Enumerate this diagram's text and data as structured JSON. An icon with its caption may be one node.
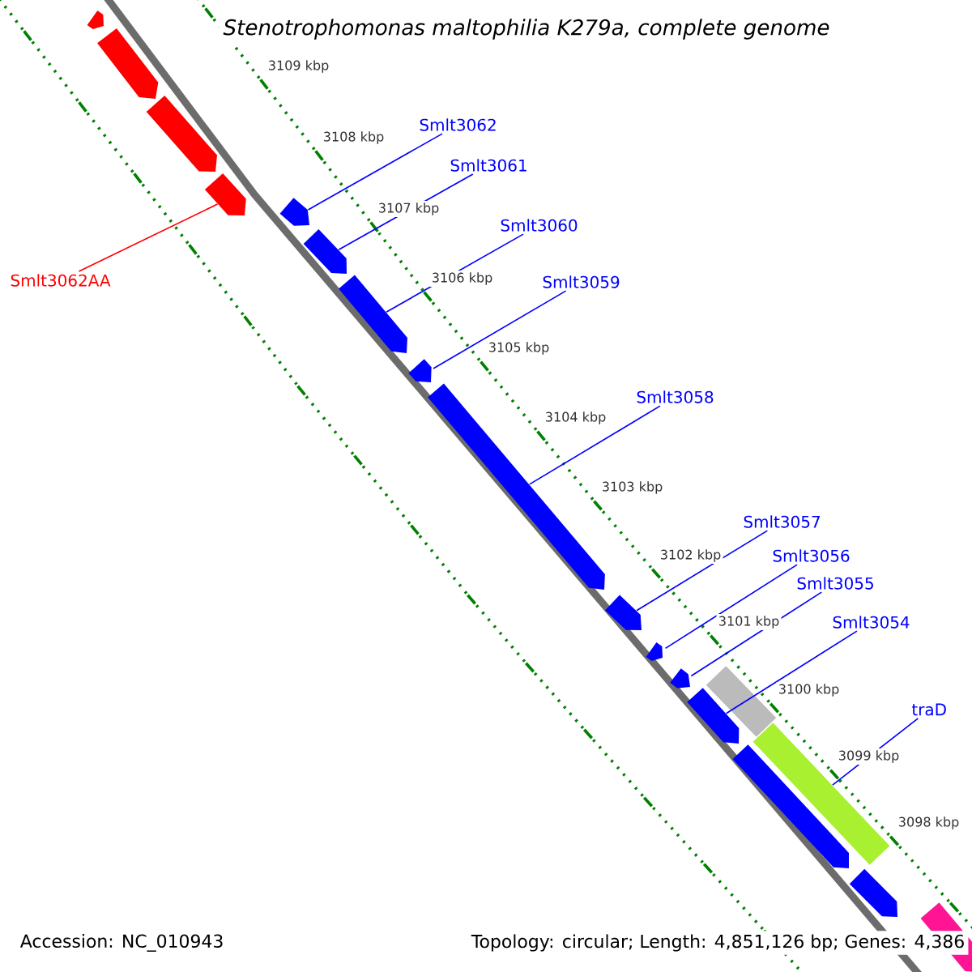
{
  "diagram": {
    "title": "Stenotrophomonas maltophilia K279a, complete genome",
    "nodes": [
      {
        "text": [],
        "shape": "arrow"
      },
      {
        "text": [],
        "shape": "arrow"
      },
      {
        "text": [],
        "shape": "arrow"
      },
      {
        "text": [],
        "shape": "arrow"
      },
      {
        "text": [],
        "shape": "arrow"
      },
      {
        "text": [],
        "shape": "arrow"
      },
      {
        "text": [],
        "shape": "arrow"
      },
      {
        "text": [],
        "shape": "arrow"
      },
      {
        "text": [],
        "shape": "arrow"
      },
      {
        "text": [],
        "shape": "arrow"
      },
      {
        "text": [],
        "shape": "arrow"
      },
      {
        "text": [],
        "shape": "arrow"
      },
      {
        "text": [],
        "shape": "arrow"
      },
      {
        "text": [],
        "shape": "bar"
      },
      {
        "text": [],
        "shape": "bar"
      },
      {
        "text": [],
        "shape": "arrow"
      },
      {
        "text": [],
        "shape": "arrow"
      },
      {
        "text": [],
        "shape": "arrow"
      },
      {
        "text": [
          "Smlt3062AA"
        ]
      },
      {
        "text": [
          "Smlt3062"
        ]
      },
      {
        "text": [
          "Smlt3061"
        ]
      },
      {
        "text": [
          "Smlt3060"
        ]
      },
      {
        "text": [
          "Smlt3059"
        ]
      },
      {
        "text": [
          "Smlt3058"
        ]
      },
      {
        "text": [
          "Smlt3057"
        ]
      },
      {
        "text": [
          "Smlt3056"
        ]
      },
      {
        "text": [
          "Smlt3055"
        ]
      },
      {
        "text": [
          "Smlt3054"
        ]
      },
      {
        "text": [
          "traD"
        ]
      }
    ],
    "edges": [
      {
        "from": 18,
        "to": 3,
        "arrow": "none",
        "color": "#ff0000"
      },
      {
        "from": 19,
        "to": 4,
        "arrow": "none"
      },
      {
        "from": 20,
        "to": 5,
        "arrow": "none"
      },
      {
        "from": 21,
        "to": 6,
        "arrow": "none"
      },
      {
        "from": 22,
        "to": 7,
        "arrow": "none"
      },
      {
        "from": 23,
        "to": 8,
        "arrow": "none"
      },
      {
        "from": 24,
        "to": 9,
        "arrow": "none"
      },
      {
        "from": 25,
        "to": 10,
        "arrow": "none"
      },
      {
        "from": 26,
        "to": 11,
        "arrow": "none"
      },
      {
        "from": 27,
        "to": 12,
        "arrow": "none"
      },
      {
        "from": 28,
        "to": 14,
        "arrow": "none"
      }
    ],
    "labels": [
      "3109 kbp",
      "3108 kbp",
      "3107 kbp",
      "3106 kbp",
      "3105 kbp",
      "3104 kbp",
      "3103 kbp",
      "3102 kbp",
      "3101 kbp",
      "3100 kbp",
      "3099 kbp",
      "3098 kbp",
      "Accession: NC_010943",
      "Topology: circular; Length: 4,851,126 bp; Genes: 4,386"
    ]
  }
}
